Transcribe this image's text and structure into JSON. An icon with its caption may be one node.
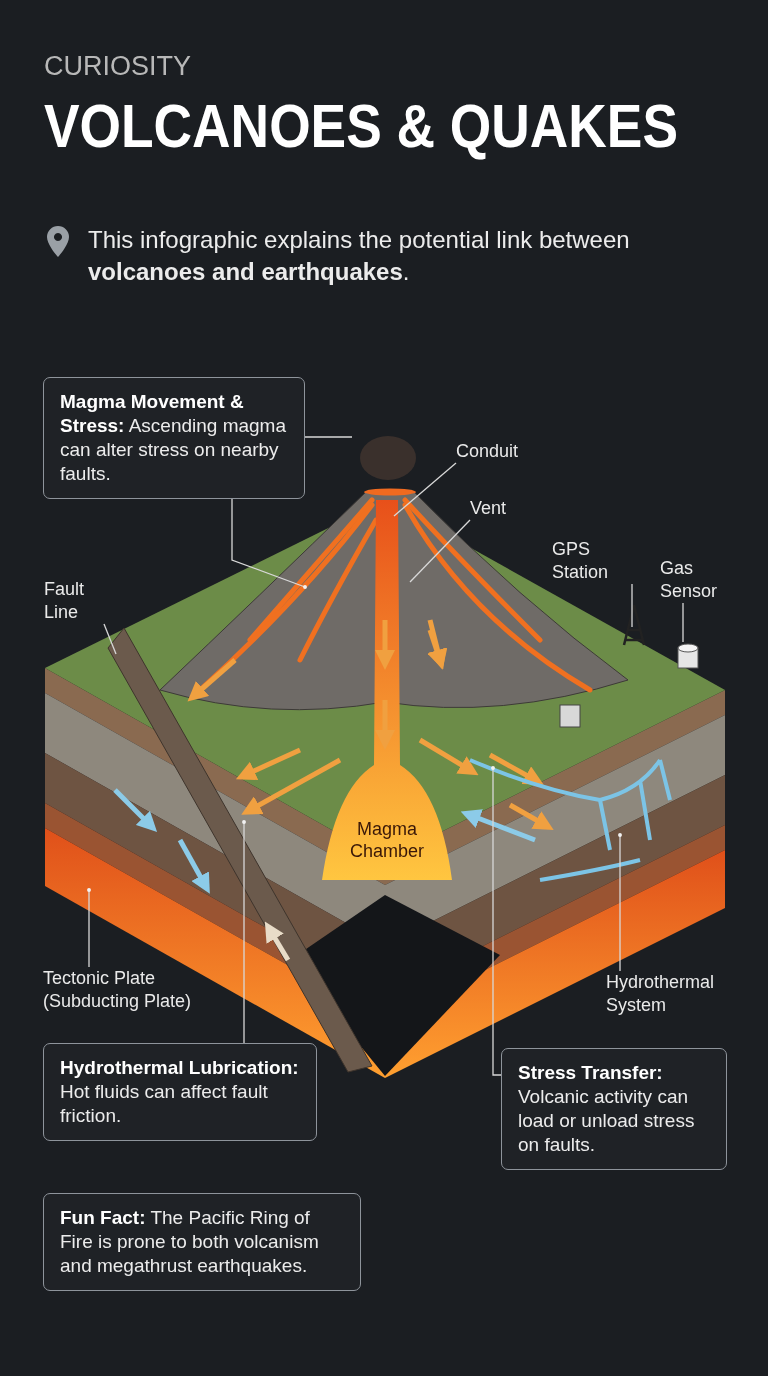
{
  "diagram": {
    "title": "VOLCANOES & QUAKES",
    "nodes": [
      {
        "text": [
          "**Magma Movement & Stress:** Ascending magma can alter stress on nearby faults."
        ]
      },
      {
        "text": [
          "Conduit"
        ]
      },
      {
        "text": [
          "Vent"
        ]
      },
      {
        "text": [
          "GPS Station"
        ]
      },
      {
        "text": [
          "Gas Sensor"
        ]
      },
      {
        "text": [
          "Fault Line"
        ]
      },
      {
        "text": [
          "Tectonic Plate (Subducting Plate)"
        ]
      },
      {
        "text": [
          "Hydrothermal System"
        ]
      },
      {
        "text": [
          "**Hydrothermal Lubrication:** Hot fluids can affect fault friction."
        ]
      },
      {
        "text": [
          "**Stress Transfer:** Volcanic activity can load or unload stress on faults."
        ]
      },
      {
        "text": [
          "**Fun Fact:** The Pacific Ring of Fire is prone to both volcanism and megathrust earthquakes."
        ]
      },
      {
        "text": [
          "Magma Chamber"
        ]
      },
      {
        "text": [],
        "shape": "cone"
      }
    ],
    "edges": [
      {
        "from": 0,
        "to": null,
        "arrow": "none"
      },
      {
        "from": 0,
        "to": 12,
        "arrow": "other"
      },
      {
        "from": 1,
        "to": 11,
        "arrow": "none"
      },
      {
        "from": 2,
        "to": 11,
        "arrow": "none"
      },
      {
        "from": 3,
        "to": null,
        "arrow": "none"
      },
      {
        "from": 4,
        "to": null,
        "arrow": "none"
      },
      {
        "from": 5,
        "to": null,
        "arrow": "none"
      },
      {
        "from": 6,
        "to": null,
        "arrow": "other"
      },
      {
        "from": 7,
        "to": null,
        "arrow": "other"
      },
      {
        "from": 8,
        "to": null,
        "arrow": "other"
      },
      {
        "from": 9,
        "to": null,
        "arrow": "other"
      }
    ],
    "labels": [
      "CURIOSITY",
      "This infographic explains the potential link between **volcanoes and earthquakes**."
    ]
  }
}
